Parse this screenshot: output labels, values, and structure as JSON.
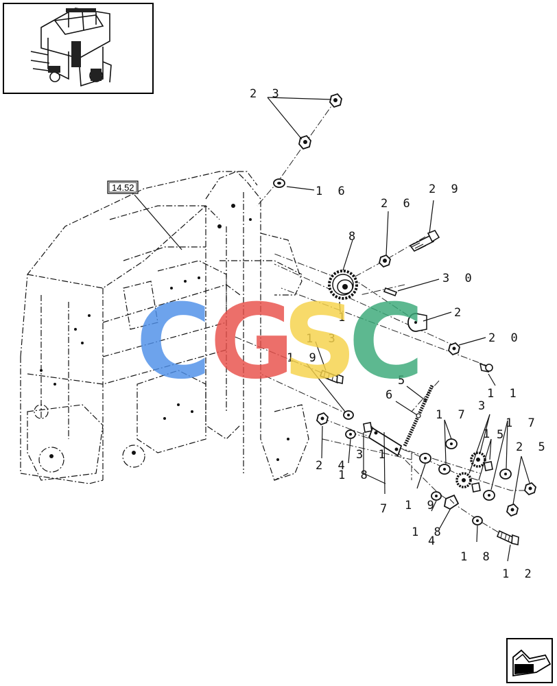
{
  "reference_box": {
    "label": "14.52"
  },
  "callouts": [
    "2 3",
    "1 6",
    "2 6",
    "2 9",
    "8",
    "3 0",
    "2",
    "1",
    "2 0",
    "1 3",
    "1 9",
    "1 1",
    "5",
    "6",
    "3",
    "1 7",
    "1",
    "5",
    "1 7",
    "2 5",
    "2 4",
    "1 8",
    "3 1",
    "1 9",
    "7",
    "1 8",
    "4",
    "1 8",
    "1 2"
  ],
  "watermark": {
    "letters": [
      "C",
      "G",
      "S",
      "C"
    ],
    "colors": [
      "#4e8fe8",
      "#e8504a",
      "#f6d24a",
      "#3aa978"
    ]
  },
  "icons": {
    "thumbnail": "baler-thumbnail-icon",
    "navigation": "next-page-arrow-icon"
  }
}
